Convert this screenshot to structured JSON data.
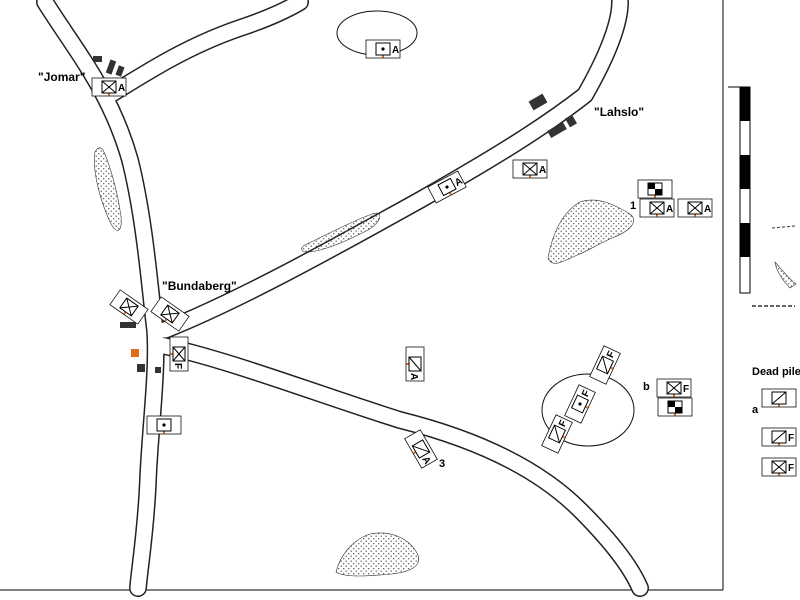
{
  "towns": {
    "jomar": "\"Jomar\"",
    "lahslo": "\"Lahslo\"",
    "bundaberg": "\"Bundaberg\""
  },
  "unit_labels": {
    "one": "1",
    "b": "b",
    "three": "3",
    "a": "a"
  },
  "legend": {
    "title": "Dead pile"
  },
  "symbol_text": {
    "letter_a": "A",
    "letter_f": "F"
  },
  "colors": {
    "road_fill": "#ffffff",
    "road_edge": "#222222",
    "stipple": "#555555",
    "accent": "#e06a1a",
    "ink": "#000000"
  }
}
